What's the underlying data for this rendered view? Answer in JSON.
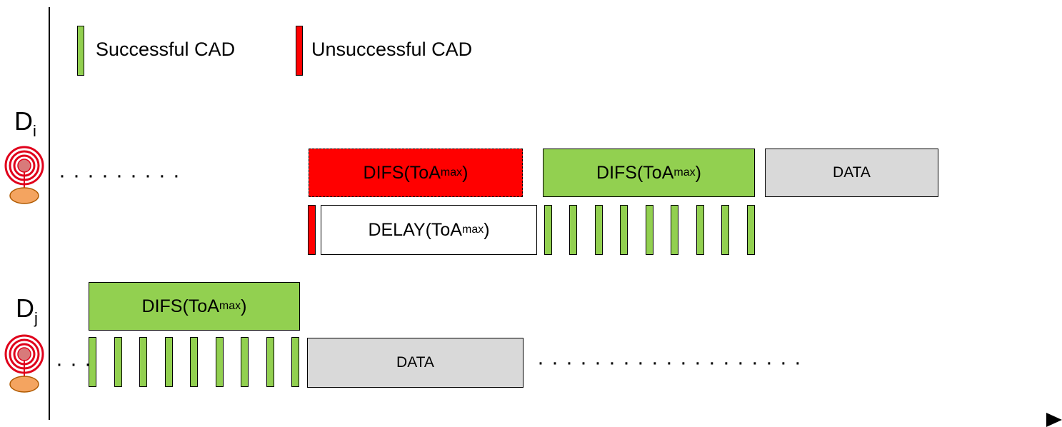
{
  "legend": {
    "successful_label": "Successful CAD",
    "unsuccessful_label": "Unsuccessful CAD",
    "successful_color": "#92d050",
    "unsuccessful_color": "#ff0000"
  },
  "devices": [
    {
      "base": "D",
      "sub": "i"
    },
    {
      "base": "D",
      "sub": "j"
    }
  ],
  "blocks": {
    "difs_base": "DIFS(ToA",
    "delay_base": "DELAY(ToA",
    "sub": "max",
    "close": ")",
    "data": "DATA"
  },
  "colors": {
    "data_fill": "#d9d9d9"
  }
}
